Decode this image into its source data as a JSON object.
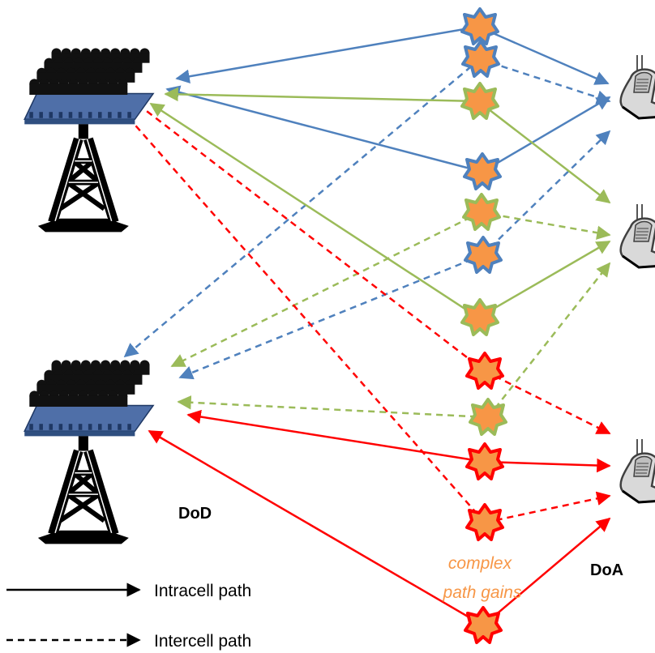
{
  "labels": {
    "dod": "DoD",
    "doa": "DoA",
    "annotation_line1": "complex",
    "annotation_line2": "path gains"
  },
  "legend": {
    "intracell": "Intracell path",
    "intercell": "Intercell path"
  },
  "colors": {
    "blue": "#4F81BD",
    "green": "#9BBB59",
    "red": "#FF0000",
    "star_fill": "#F79646",
    "annotation": "#F79646",
    "tower": "#000000",
    "panel": "#4F6FA8"
  },
  "icons": {
    "base_station": "base-station-antenna-array-icon",
    "user": "mobile-phone-icon",
    "scatterer": "scatterer-star-icon"
  }
}
